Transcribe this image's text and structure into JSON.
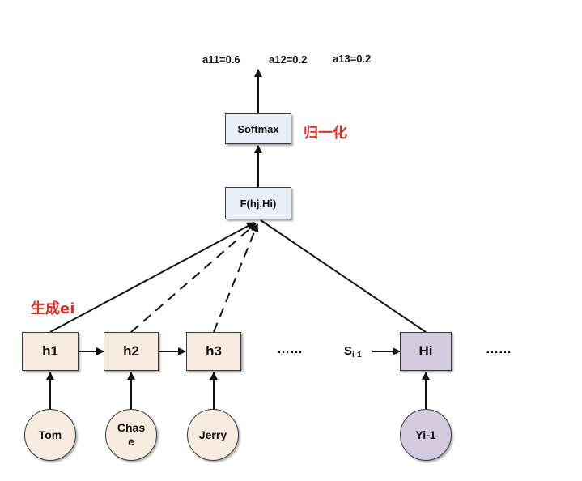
{
  "outputs": [
    "a11=0.6",
    "a12=0.2",
    "a13=0.2"
  ],
  "softmax_label": "Softmax",
  "normalize_note": "归一化",
  "score_label": "F(hj,Hi)",
  "generate_note": "生成ei",
  "hidden_states": [
    "h1",
    "h2",
    "h3"
  ],
  "ellipsis": "……",
  "decoder_state": {
    "label": "Hi",
    "prev_state_main": "S",
    "prev_state_sub": "i-1"
  },
  "inputs": [
    "Tom",
    "Chas\ne",
    "Jerry"
  ],
  "decoder_input": "Yi-1",
  "colors": {
    "function_box": "#e9eef8",
    "encoder_node": "#f8ece0",
    "decoder_node": "#d4cae0",
    "annotation": "#e0302a"
  }
}
